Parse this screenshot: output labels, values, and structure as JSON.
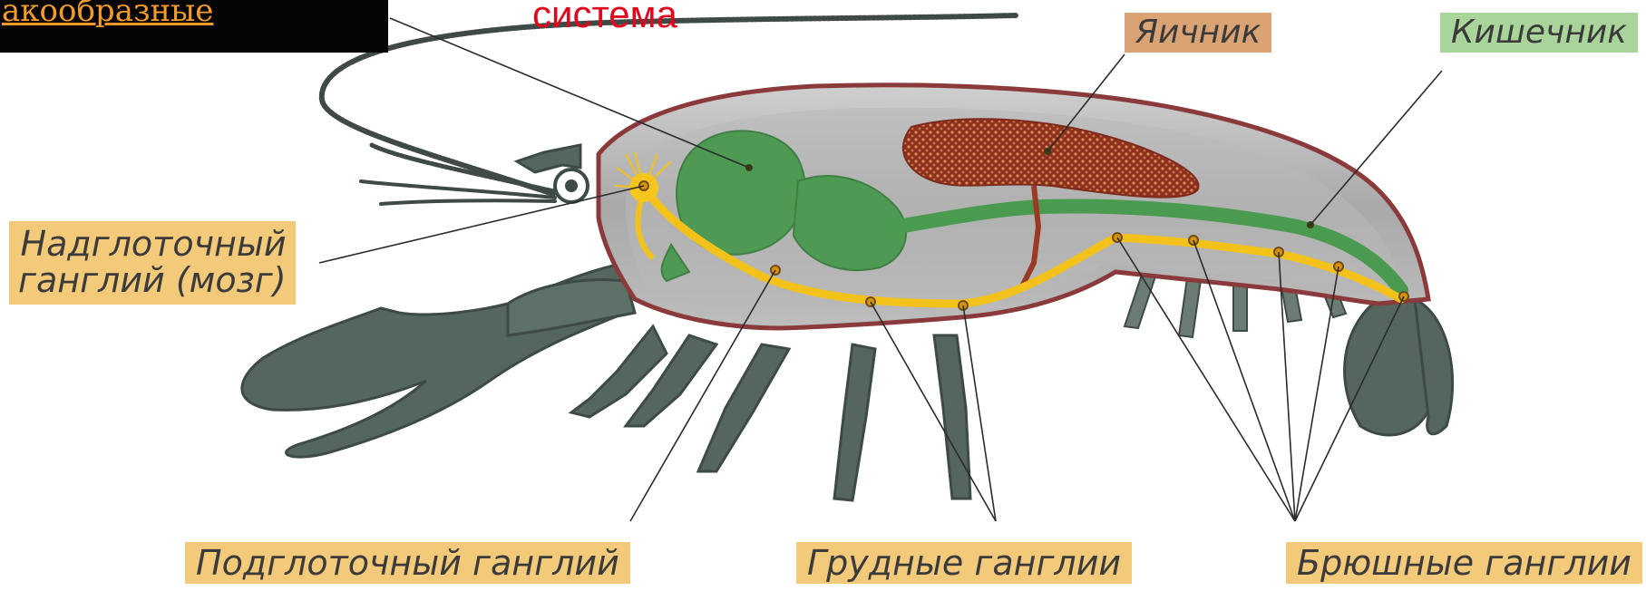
{
  "nav_link": {
    "text": "акообразные"
  },
  "system_title": "система",
  "labels": {
    "ovary": "Яичник",
    "intestine": "Кишечник",
    "brain_line1": "Надглоточный",
    "brain_line2": "ганглий (мозг)",
    "subpharyngeal": "Подглоточный ганглий",
    "thoracic": "Грудные ганглии",
    "abdominal": "Брюшные ганглии"
  },
  "colors": {
    "nerve": "#f2c21b",
    "intestine": "#4a9b4f",
    "ovary": "#9b3a24",
    "shell": "#556b64",
    "body_outline": "#8a3a3a",
    "system_title": "#e1061b",
    "nav_link": "#f39c2a"
  }
}
